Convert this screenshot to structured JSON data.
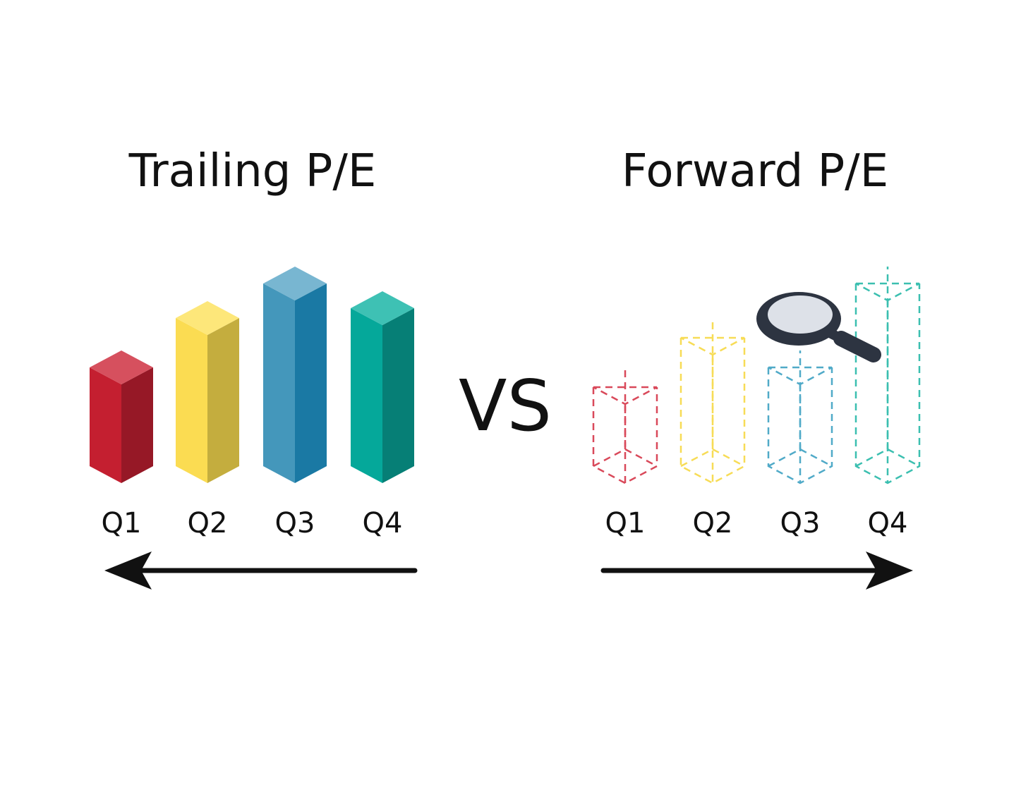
{
  "left_panel": {
    "title": "Trailing P/E",
    "bars": [
      {
        "label": "Q1",
        "height": 2,
        "colors": {
          "top": "#d6505e",
          "front": "#c41f30",
          "side": "#961826"
        }
      },
      {
        "label": "Q2",
        "height": 3,
        "colors": {
          "top": "#fde77a",
          "front": "#fbdc52",
          "side": "#c4ad3e"
        }
      },
      {
        "label": "Q3",
        "height": 3.7,
        "colors": {
          "top": "#78b6d1",
          "front": "#4497bb",
          "side": "#1a79a4"
        }
      },
      {
        "label": "Q4",
        "height": 3.2,
        "colors": {
          "top": "#3ec1b4",
          "front": "#05a89a",
          "side": "#067f76"
        }
      }
    ],
    "arrow_direction": "left"
  },
  "vs_label": "VS",
  "right_panel": {
    "title": "Forward P/E",
    "bars": [
      {
        "label": "Q1",
        "height": 1.6,
        "colors": {
          "line": "#d9495a"
        }
      },
      {
        "label": "Q2",
        "height": 2.6,
        "colors": {
          "line": "#f7dc56"
        }
      },
      {
        "label": "Q3",
        "height": 2,
        "colors": {
          "line": "#50aac8"
        }
      },
      {
        "label": "Q4",
        "height": 3.7,
        "colors": {
          "line": "#3bbfb0"
        }
      }
    ],
    "arrow_direction": "right",
    "magnifier_icon": "magnifying-glass-icon"
  },
  "colors": {
    "text": "#111111",
    "arrow": "#111111",
    "magnifier_frame": "#2d3441",
    "magnifier_lens": "#dde1e8"
  }
}
